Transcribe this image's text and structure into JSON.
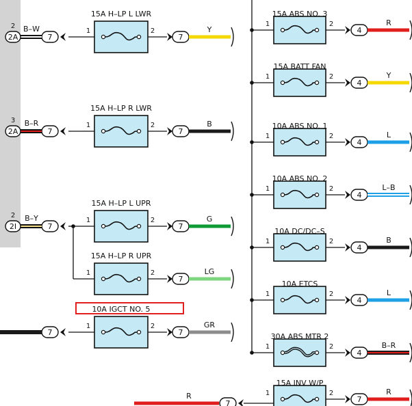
{
  "left_fuses": [
    {
      "label": "15A H–LP L LWR",
      "pin_in": "1",
      "pin_out": "2",
      "conn": "7",
      "wire": "Y",
      "color": "#f5d800"
    },
    {
      "label": "15A H–LP R LWR",
      "pin_in": "1",
      "pin_out": "2",
      "conn": "7",
      "wire": "B",
      "color": "#1a1a1a"
    },
    {
      "label": "15A H–LP L UPR",
      "pin_in": "1",
      "pin_out": "2",
      "conn": "7",
      "wire": "G",
      "color": "#0e9a35"
    },
    {
      "label": "15A H–LP R UPR",
      "pin_in": "1",
      "pin_out": "2",
      "conn": "7",
      "wire": "LG",
      "color": "#7dd67d"
    },
    {
      "label": "10A IGCT NO. 5",
      "pin_in": "1",
      "pin_out": "2",
      "conn": "7",
      "wire": "GR",
      "color": "#8c8c8c"
    }
  ],
  "left_inputs": [
    {
      "pin": "2",
      "connector": "2A",
      "wire": "B–W",
      "conn": "7"
    },
    {
      "pin": "3",
      "connector": "2A",
      "wire": "B–R",
      "conn": "7"
    },
    {
      "pin": "2",
      "connector": "2I",
      "wire": "B–Y",
      "conn": "7"
    },
    {
      "conn": "7"
    }
  ],
  "right_fuses": [
    {
      "label": "15A ABS NO. 3",
      "pin_in": "1",
      "pin_out": "2",
      "conn": "4",
      "wire": "R",
      "color": "#e01e1e"
    },
    {
      "label": "15A BATT FAN",
      "pin_in": "1",
      "pin_out": "2",
      "conn": "4",
      "wire": "Y",
      "color": "#f5d800"
    },
    {
      "label": "10A ABS NO. 1",
      "pin_in": "1",
      "pin_out": "2",
      "conn": "4",
      "wire": "L",
      "color": "#1ea0e6"
    },
    {
      "label": "10A ABS NO. 2",
      "pin_in": "1",
      "pin_out": "2",
      "conn": "4",
      "wire": "L–B",
      "color": "#1ea0e6"
    },
    {
      "label": "10A DC/DC–S",
      "pin_in": "1",
      "pin_out": "2",
      "conn": "4",
      "wire": "B",
      "color": "#1a1a1a"
    },
    {
      "label": "10A ETCS",
      "pin_in": "1",
      "pin_out": "2",
      "conn": "4",
      "wire": "L",
      "color": "#1ea0e6"
    },
    {
      "label": "30A ABS MTR 2",
      "pin_in": "1",
      "pin_out": "2",
      "conn": "4",
      "wire": "B–R",
      "color": "#1a1a1a"
    },
    {
      "label": "15A INV W/P",
      "pin_in": "1",
      "pin_out": "2",
      "conn": "7",
      "wire": "R",
      "color": "#e01e1e"
    }
  ],
  "bottom_feed": {
    "wire": "R",
    "conn": "7",
    "color": "#e01e1e"
  },
  "colors": {
    "fuse_fill": "#c5e9f5",
    "fuse_stroke": "#111111",
    "highlight": "#e02020",
    "panel": "#d3d3d3"
  }
}
